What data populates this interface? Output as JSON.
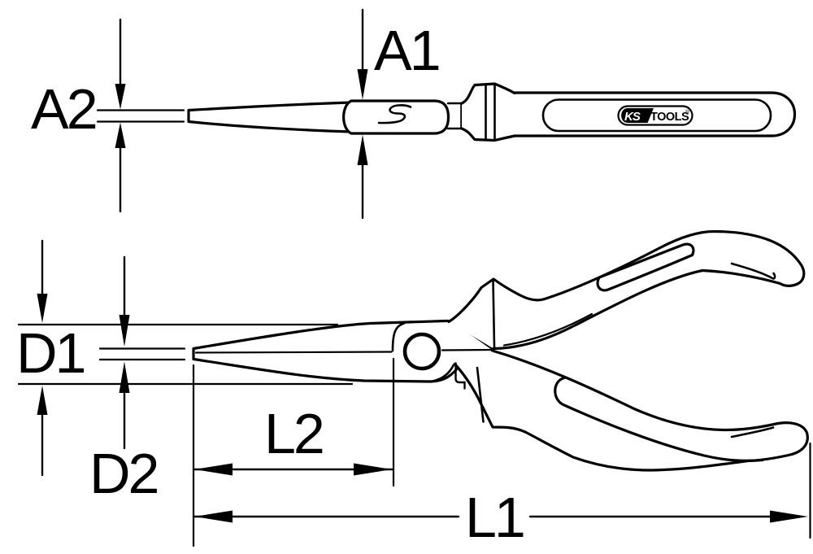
{
  "colors": {
    "line": "#000000",
    "background": "#ffffff"
  },
  "dimensions": {
    "a1": "A1",
    "a2": "A2",
    "d1": "D1",
    "d2": "D2",
    "l1": "L1",
    "l2": "L2"
  },
  "logo": {
    "ks": "KS",
    "tools": "TOOLS",
    "registered": "®"
  }
}
